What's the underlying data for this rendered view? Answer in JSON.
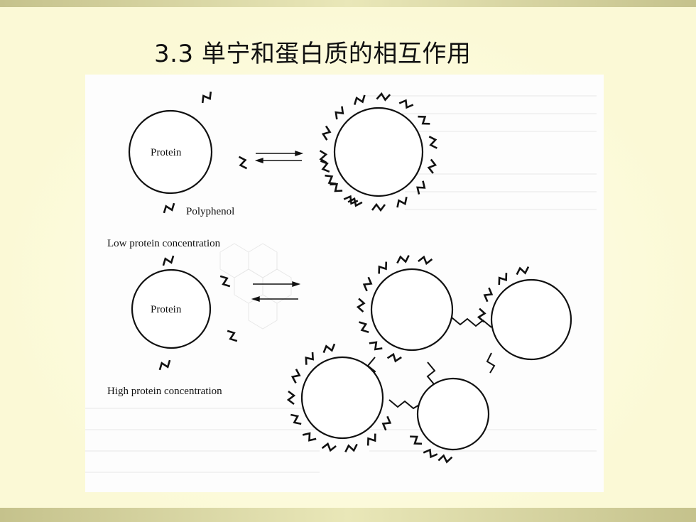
{
  "slide": {
    "title": "3.3 单宁和蛋白质的相互作用"
  },
  "diagram": {
    "protein_label_top": "Protein",
    "protein_label_bottom": "Protein",
    "legend_polyphenol": "Polyphenol",
    "caption_low": "Low protein concentration",
    "caption_high": "High protein concentration"
  },
  "colors": {
    "band": "#d6d39e",
    "background": "#fbf9d6",
    "ink": "#111111"
  }
}
